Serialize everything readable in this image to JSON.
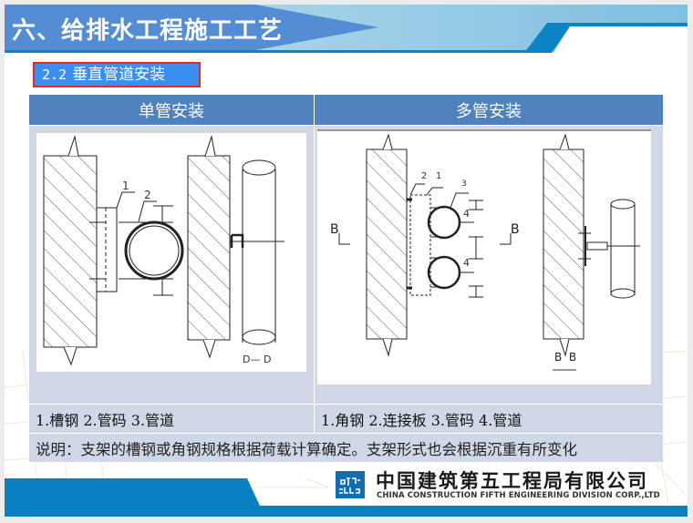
{
  "header": {
    "title": "六、给排水工程施工工艺",
    "colors": {
      "band": "#548dd4",
      "accent": "#0b84c6",
      "gradient_end": "#7fbfe0"
    }
  },
  "subtitle": {
    "number": "2.2",
    "text": "垂直管道安装",
    "bg": "#3a8ff2",
    "border": "#e5262a"
  },
  "table": {
    "headers": [
      "单管安装",
      "多管安装"
    ],
    "single_pipe": {
      "caption": "1.槽钢 2.管码 3.管道",
      "drawing_labels": {
        "callout_1": "1",
        "callout_2": "2",
        "section": "D— D"
      }
    },
    "multi_pipe": {
      "caption": "1.角钢 2.连接板 3.管码 4.管道",
      "drawing_labels": {
        "callout_2": "2",
        "callout_1": "1",
        "callout_3": "3",
        "dim_4a": "4",
        "dim_4b": "4",
        "section_left": "B",
        "section_right": "B",
        "section_title": "B  B"
      }
    },
    "note": "说明：支架的槽钢或角钢规格根据荷载计算确定。支架形式也会根据沉重有所变化",
    "colors": {
      "header_bg": "#4f81bd",
      "cell_bg": "#d0d8e8"
    }
  },
  "footer": {
    "company_cn": "中国建筑第五工程局有限公司",
    "company_en": "CHINA CONSTRUCTION FIFTH ENGINEERING DIVISION CORP.,LTD",
    "logo_icon": "cscec-logo-icon",
    "colors": {
      "bar": "#0a7fc2",
      "logo": "#0f6db5"
    }
  }
}
